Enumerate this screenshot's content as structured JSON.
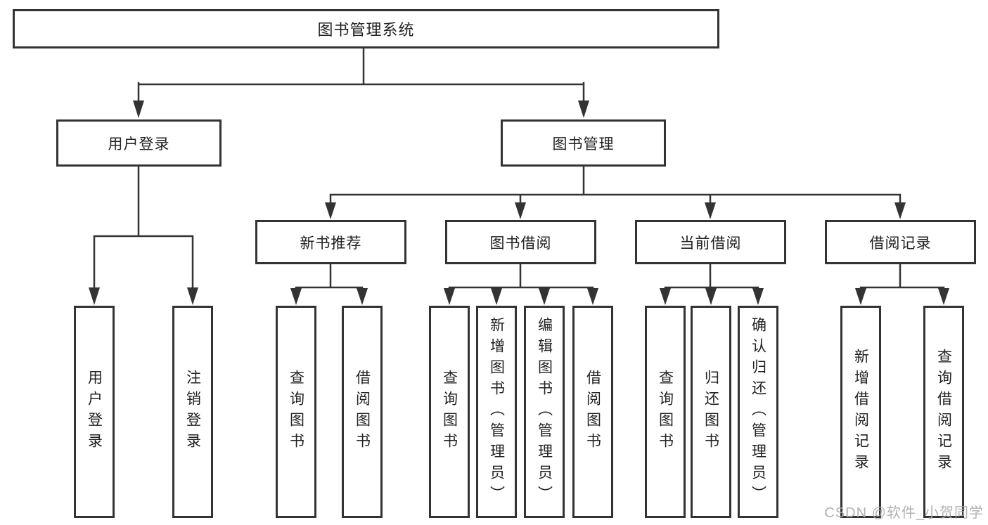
{
  "colors": {
    "line": "#333333",
    "box_border": "#333333",
    "text": "#222222",
    "watermark": "#aaaaaa",
    "background": "#ffffff"
  },
  "tree": {
    "root": {
      "label": "图书管理系统",
      "children": [
        {
          "label": "用户登录",
          "children": [
            {
              "label": "用户登录"
            },
            {
              "label": "注销登录"
            }
          ]
        },
        {
          "label": "图书管理",
          "children": [
            {
              "label": "新书推荐",
              "children": [
                {
                  "label": "查询图书"
                },
                {
                  "label": "借阅图书"
                }
              ]
            },
            {
              "label": "图书借阅",
              "children": [
                {
                  "label": "查询图书"
                },
                {
                  "label": "新增图书（管理员）"
                },
                {
                  "label": "编辑图书（管理员）"
                },
                {
                  "label": "借阅图书"
                }
              ]
            },
            {
              "label": "当前借阅",
              "children": [
                {
                  "label": "查询图书"
                },
                {
                  "label": "归还图书"
                },
                {
                  "label": "确认归还（管理员）"
                }
              ]
            },
            {
              "label": "借阅记录",
              "children": [
                {
                  "label": "新增借阅记录"
                },
                {
                  "label": "查询借阅记录"
                }
              ]
            }
          ]
        }
      ]
    }
  },
  "watermark": {
    "text": "CSDN @软件_小贺同学"
  }
}
